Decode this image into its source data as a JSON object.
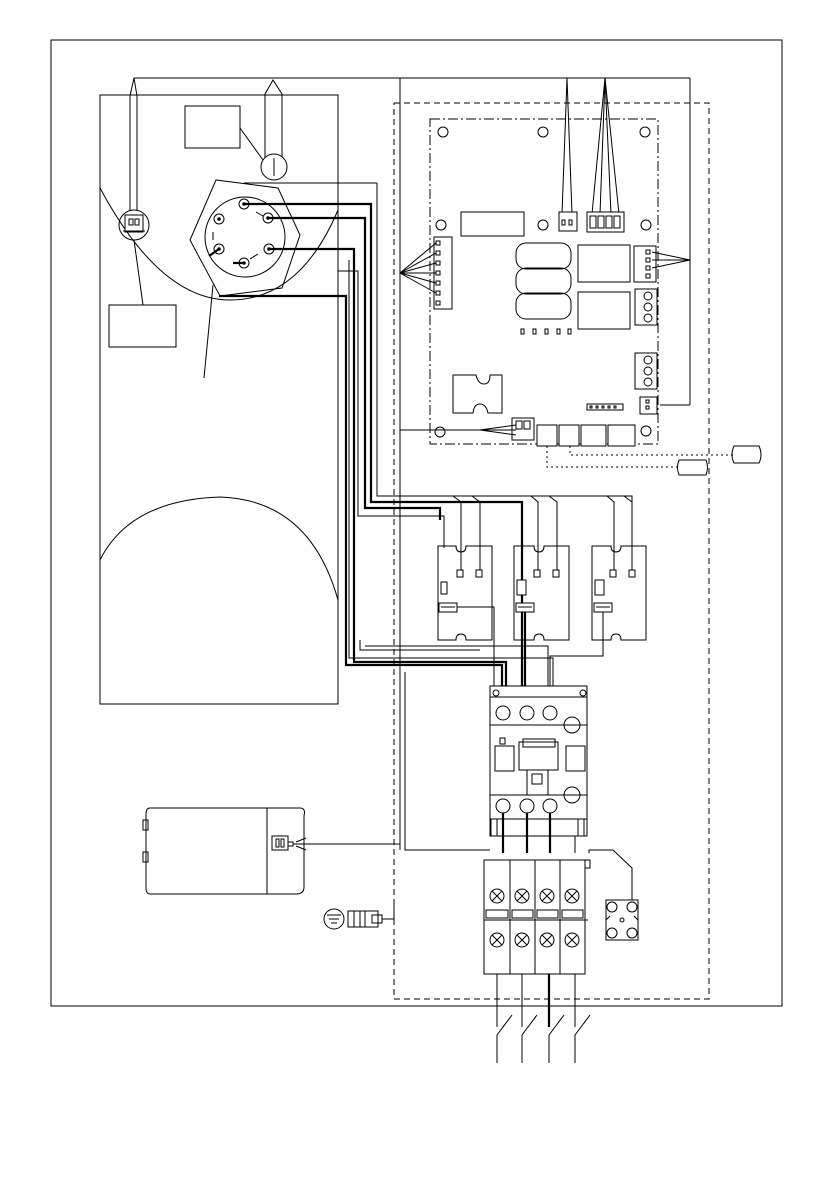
{
  "document": {
    "type": "wiring-diagram",
    "text_labels": []
  },
  "colors": {
    "line": "#000000",
    "background": "#ffffff"
  },
  "components": {
    "burner_housing": "burner-housing",
    "electrode_block": "electrode-block",
    "control_board": "control-board",
    "relays": [
      "relay-1",
      "relay-2",
      "relay-3"
    ],
    "contactor": "contactor",
    "terminal_block": "terminal-block",
    "pump_box": "pump-box",
    "ground_terminal": "earth-ground-icon",
    "fuse_block": "fuse-block"
  }
}
